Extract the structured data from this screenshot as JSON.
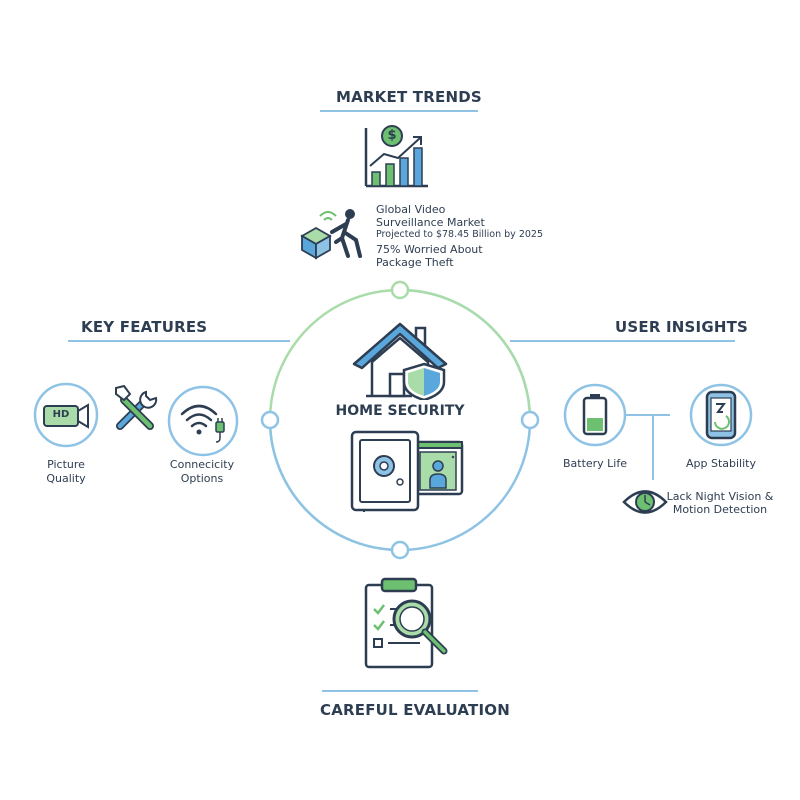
{
  "sections": {
    "market_trends": "MARKET TRENDS",
    "key_features": "KEY FEATURES",
    "user_insights": "USER INSIGHTS",
    "careful_evaluation": "CAREFUL EVALUATION"
  },
  "center": {
    "title": "HOME SECURITY"
  },
  "market": {
    "line1": "Global Video",
    "line2": "Surveillance Market",
    "line3": "Projected to $78.45 Billion by 2025",
    "line4": "75% Worried About",
    "line5": "Package Theft",
    "dollar_symbol": "$"
  },
  "features": {
    "picture_line1": "Picture",
    "picture_line2": "Quality",
    "connectivity_line1": "Connecicity",
    "connectivity_line2": "Options",
    "hd_badge": "HD"
  },
  "insights": {
    "battery": "Battery Life",
    "app": "App Stability",
    "night_line1": "Lack Night Vision &",
    "night_line2": "Motion Detection"
  },
  "colors": {
    "navy": "#2e3e52",
    "green": "#6cc070",
    "blue": "#5aa7dc",
    "light_blue": "#8ec3e6",
    "light_green": "#a9dca9"
  },
  "icons": [
    "bar-chart-icon",
    "dollar-coin-icon",
    "package-theft-icon",
    "hd-camera-icon",
    "wrench-icon",
    "wifi-plug-icon",
    "house-shield-icon",
    "safe-icon",
    "smart-display-icon",
    "battery-icon",
    "phone-icon",
    "eye-icon",
    "clipboard-magnifier-icon"
  ]
}
